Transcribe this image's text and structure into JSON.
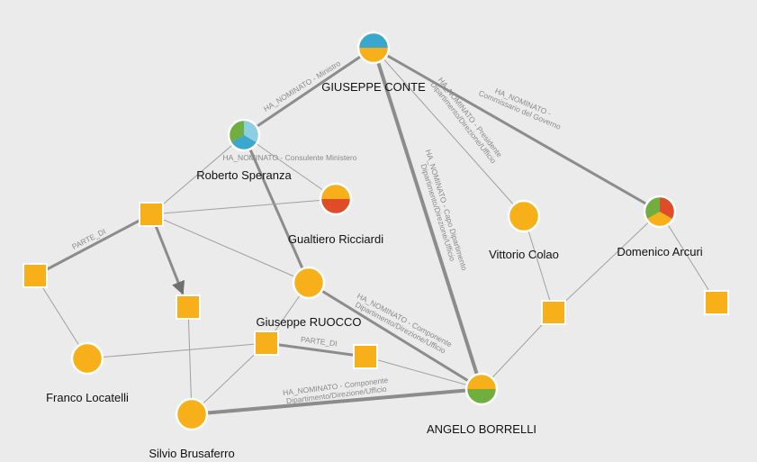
{
  "colors": {
    "background": "#ebebeb",
    "edge": "#a0a0a0",
    "edge_strong": "#8c8c8c",
    "orange": "#f7b01a",
    "blue": "#3ba7cc",
    "light_blue": "#8ccfe3",
    "green": "#6fae3f",
    "red": "#e04c2a",
    "node_stroke": "#ffffff"
  },
  "nodes": [
    {
      "id": "conte",
      "label": "GIUSEPPE CONTE",
      "shape": "circle",
      "colors": [
        "blue",
        "orange"
      ]
    },
    {
      "id": "speranza",
      "label": "Roberto Speranza",
      "shape": "circle",
      "colors": [
        "blue",
        "green",
        "light_blue"
      ]
    },
    {
      "id": "ricciardi",
      "label": "Gualtiero Ricciardi",
      "shape": "circle",
      "colors": [
        "orange",
        "red"
      ]
    },
    {
      "id": "colao",
      "label": "Vittorio Colao",
      "shape": "circle",
      "colors": [
        "orange"
      ]
    },
    {
      "id": "arcuri",
      "label": "Domenico Arcuri",
      "shape": "circle",
      "colors": [
        "orange",
        "green",
        "red"
      ]
    },
    {
      "id": "ruocco",
      "label": "Giuseppe RUOCCO",
      "shape": "circle",
      "colors": [
        "orange"
      ]
    },
    {
      "id": "locatelli",
      "label": "Franco Locatelli",
      "shape": "circle",
      "colors": [
        "orange"
      ]
    },
    {
      "id": "brusaferro",
      "label": "Silvio Brusaferro",
      "shape": "circle",
      "colors": [
        "orange"
      ]
    },
    {
      "id": "borrelli",
      "label": "ANGELO BORRELLI",
      "shape": "circle",
      "colors": [
        "orange",
        "green"
      ]
    },
    {
      "id": "sq1",
      "label": "",
      "shape": "square",
      "colors": [
        "orange"
      ]
    },
    {
      "id": "sq2",
      "label": "",
      "shape": "square",
      "colors": [
        "orange"
      ]
    },
    {
      "id": "sq3",
      "label": "",
      "shape": "square",
      "colors": [
        "orange"
      ]
    },
    {
      "id": "sq4",
      "label": "",
      "shape": "square",
      "colors": [
        "orange"
      ]
    },
    {
      "id": "sq5",
      "label": "",
      "shape": "square",
      "colors": [
        "orange"
      ]
    },
    {
      "id": "sq6",
      "label": "",
      "shape": "square",
      "colors": [
        "orange"
      ]
    },
    {
      "id": "sq7",
      "label": "",
      "shape": "square",
      "colors": [
        "orange"
      ]
    }
  ],
  "edges": [
    {
      "from": "conte",
      "to": "speranza",
      "label": "HA_NOMINATO - Ministro",
      "weight": 2
    },
    {
      "from": "conte",
      "to": "colao",
      "label": "HA_NOMINATO - Presidente Dipartimento/Direzione/Ufficio",
      "weight": 1
    },
    {
      "from": "conte",
      "to": "arcuri",
      "label": "HA_NOMINATO - Commissario del Governo",
      "weight": 2
    },
    {
      "from": "conte",
      "to": "borrelli",
      "label": "HA_NOMINATO - Capo Dipartimento Dipartimento/Direzione/Ufficio",
      "weight": 3
    },
    {
      "from": "speranza",
      "to": "ricciardi",
      "label": "HA_NOMINATO - Consulente Ministero",
      "weight": 1
    },
    {
      "from": "speranza",
      "to": "ruocco",
      "label": "",
      "weight": 2
    },
    {
      "from": "speranza",
      "to": "sq1",
      "label": "",
      "weight": 1
    },
    {
      "from": "sq1",
      "to": "ricciardi",
      "label": "",
      "weight": 1
    },
    {
      "from": "sq1",
      "to": "sq2",
      "label": "PARTE_DI",
      "weight": 2
    },
    {
      "from": "sq1",
      "to": "sq3",
      "label": "",
      "weight": 2,
      "arrow": true
    },
    {
      "from": "sq1",
      "to": "ruocco",
      "label": "",
      "weight": 1
    },
    {
      "from": "sq2",
      "to": "locatelli",
      "label": "",
      "weight": 1
    },
    {
      "from": "sq3",
      "to": "brusaferro",
      "label": "",
      "weight": 1
    },
    {
      "from": "ruocco",
      "to": "borrelli",
      "label": "HA_NOMINATO - Componente Dipartimento/Direzione/Ufficio",
      "weight": 2
    },
    {
      "from": "ruocco",
      "to": "sq4",
      "label": "",
      "weight": 1
    },
    {
      "from": "sq4",
      "to": "sq5",
      "label": "PARTE_DI",
      "weight": 2
    },
    {
      "from": "sq4",
      "to": "locatelli",
      "label": "",
      "weight": 1
    },
    {
      "from": "sq4",
      "to": "brusaferro",
      "label": "",
      "weight": 1
    },
    {
      "from": "sq5",
      "to": "borrelli",
      "label": "",
      "weight": 1
    },
    {
      "from": "brusaferro",
      "to": "borrelli",
      "label": "HA_NOMINATO - Componente Dipartimento/Direzione/Ufficio",
      "weight": 3
    },
    {
      "from": "colao",
      "to": "sq6",
      "label": "",
      "weight": 1
    },
    {
      "from": "sq6",
      "to": "arcuri",
      "label": "",
      "weight": 1
    },
    {
      "from": "sq6",
      "to": "borrelli",
      "label": "",
      "weight": 1
    },
    {
      "from": "arcuri",
      "to": "sq7",
      "label": "",
      "weight": 1
    }
  ]
}
